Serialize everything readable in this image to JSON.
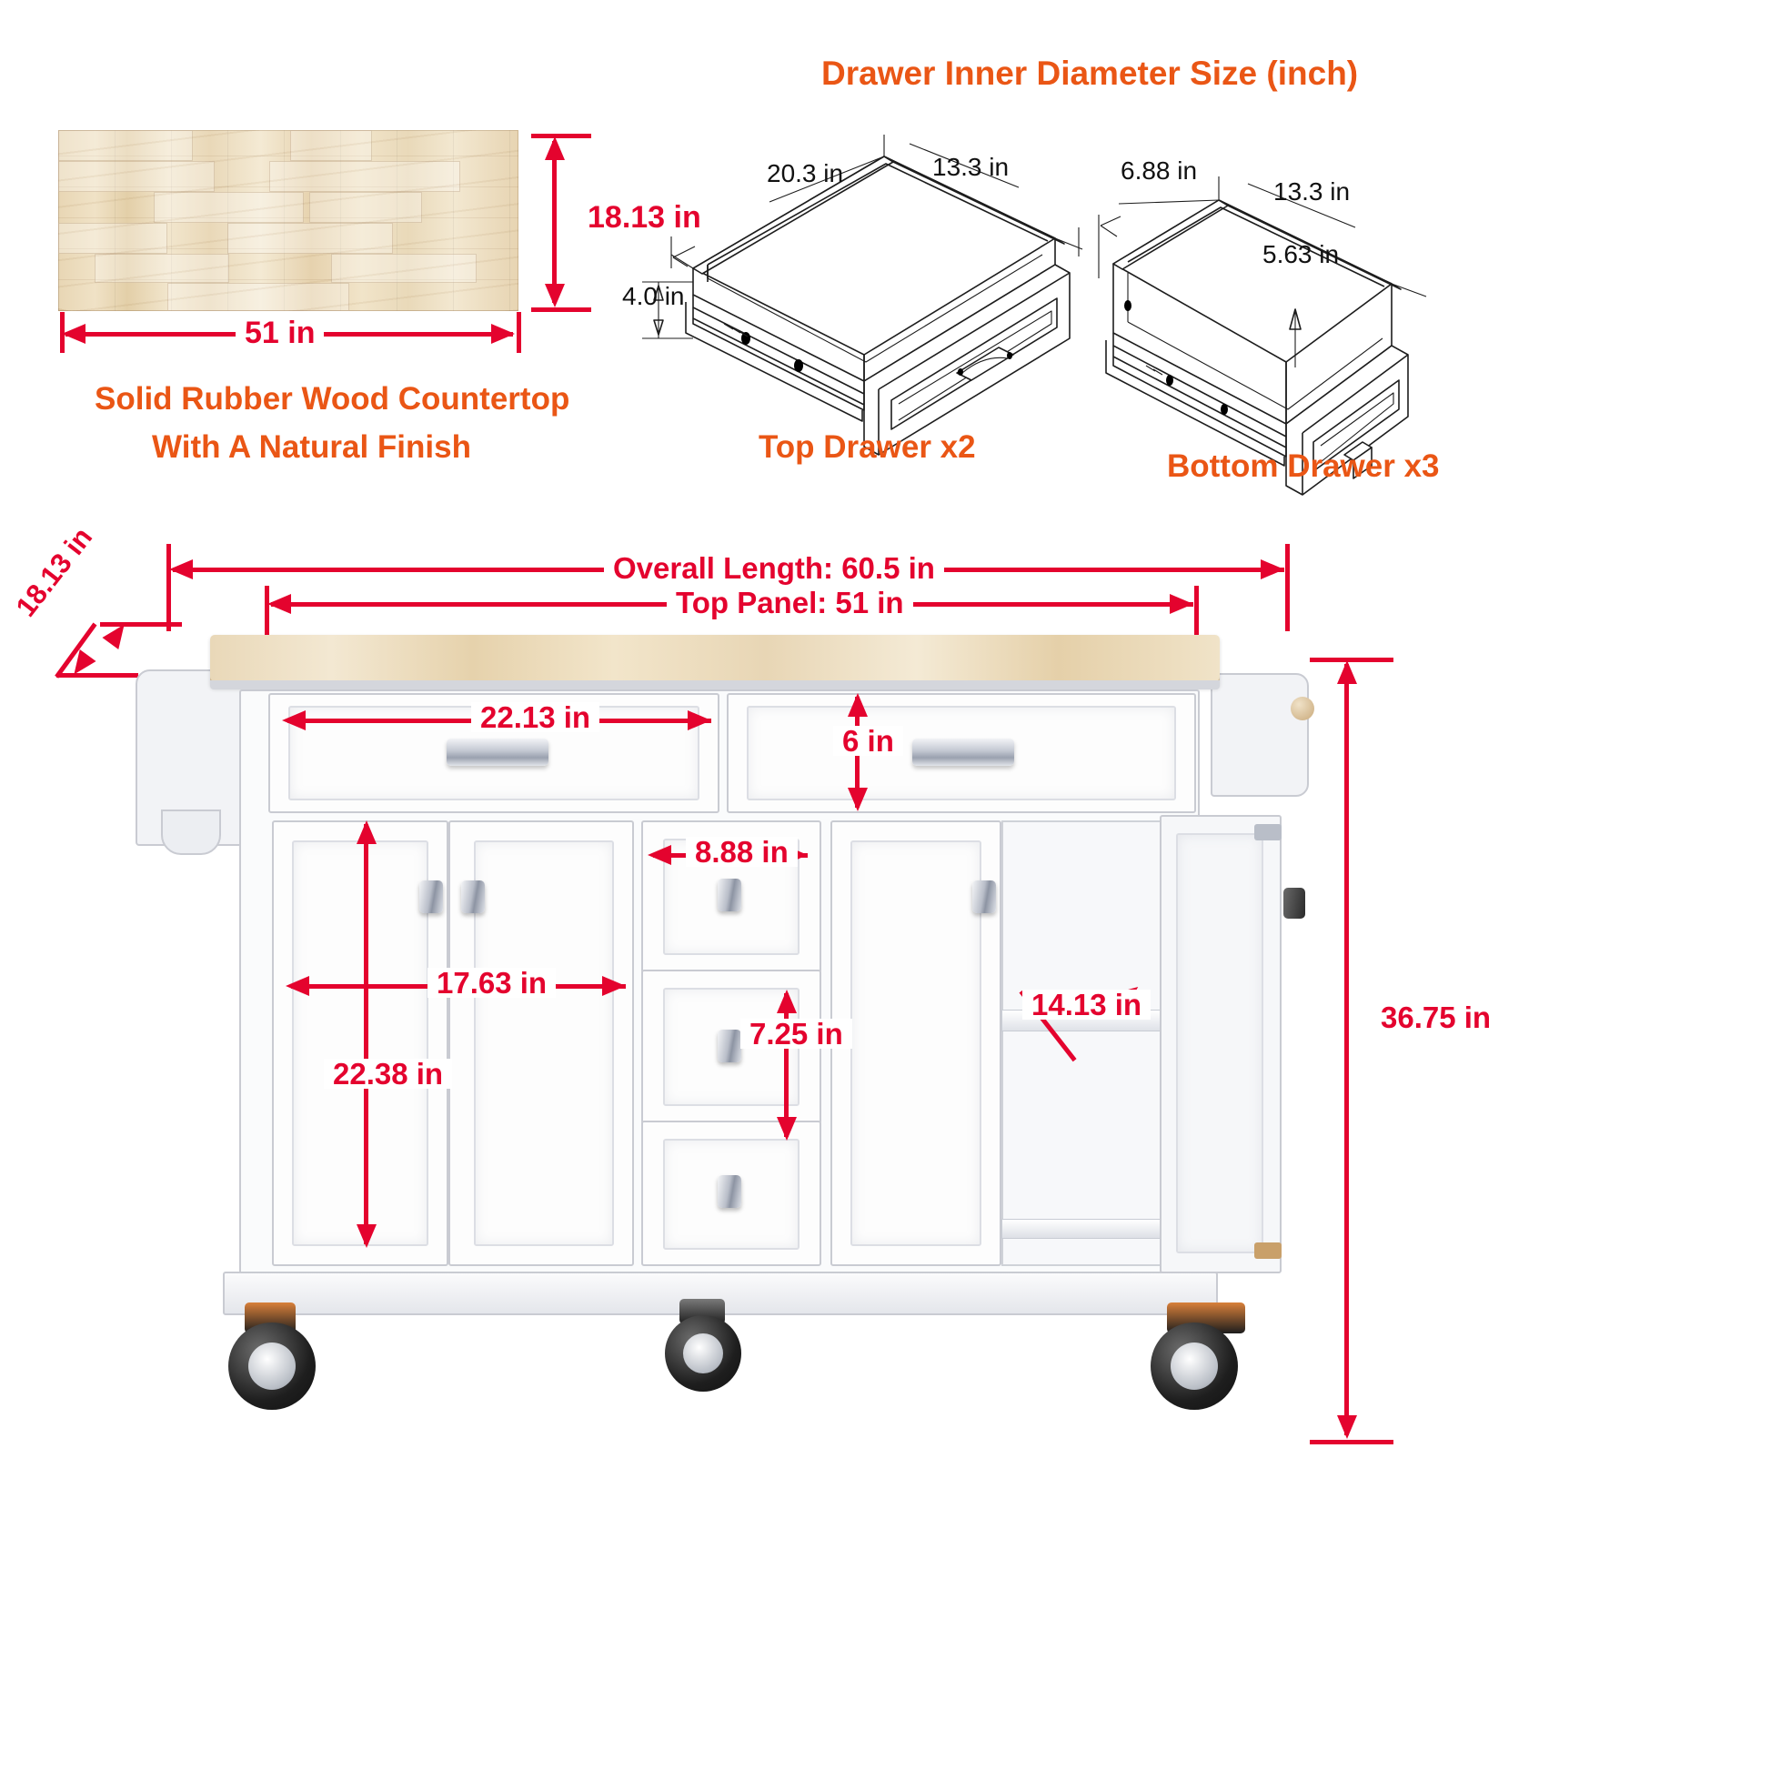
{
  "countertop": {
    "width_label": "51 in",
    "height_label": "18.13 in",
    "caption_line1": "Solid Rubber Wood Countertop",
    "caption_line2": "With A Natural Finish"
  },
  "drawer_section": {
    "title": "Drawer Inner Diameter Size (inch)",
    "top_drawer": {
      "caption": "Top Drawer x2",
      "depth_label": "20.3 in",
      "width_label": "13.3 in",
      "height_label": "4.0 in"
    },
    "bottom_drawer": {
      "caption": "Bottom Drawer x3",
      "depth_label": "6.88 in",
      "width_label": "13.3 in",
      "height_label": "5.63 in"
    }
  },
  "cabinet": {
    "overall_length": "Overall Length: 60.5 in",
    "top_panel": "Top Panel: 51 in",
    "top_depth": "18.13 in",
    "overall_height": "36.75 in",
    "drawer_width": "22.13 in",
    "drawer_height": "6 in",
    "door_width": "17.63 in",
    "door_height": "22.38 in",
    "small_drawer_width": "8.88 in",
    "small_drawer_height": "7.25 in",
    "shelf_depth": "14.13 in"
  },
  "colors": {
    "accent_orange": "#ea5615",
    "dimension_red": "#e4032e",
    "line_black": "#1d1d1d"
  }
}
